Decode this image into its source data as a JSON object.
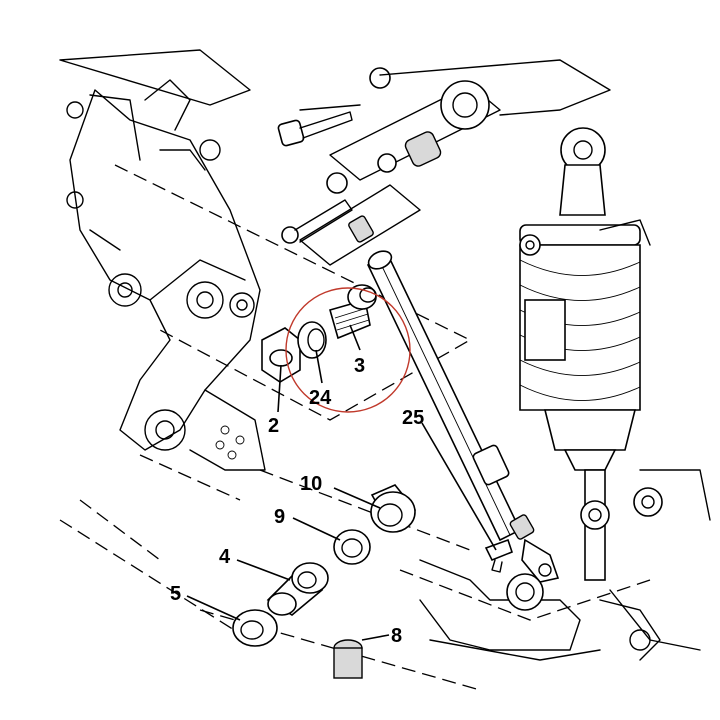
{
  "diagram": {
    "callouts": [
      {
        "id": "c2",
        "label": "2"
      },
      {
        "id": "c3",
        "label": "3"
      },
      {
        "id": "c24",
        "label": "24"
      },
      {
        "id": "c25",
        "label": "25"
      },
      {
        "id": "c10",
        "label": "10"
      },
      {
        "id": "c9",
        "label": "9"
      },
      {
        "id": "c4",
        "label": "4"
      },
      {
        "id": "c5",
        "label": "5"
      },
      {
        "id": "c8",
        "label": "8"
      }
    ],
    "highlight_color": "#c0392b"
  }
}
